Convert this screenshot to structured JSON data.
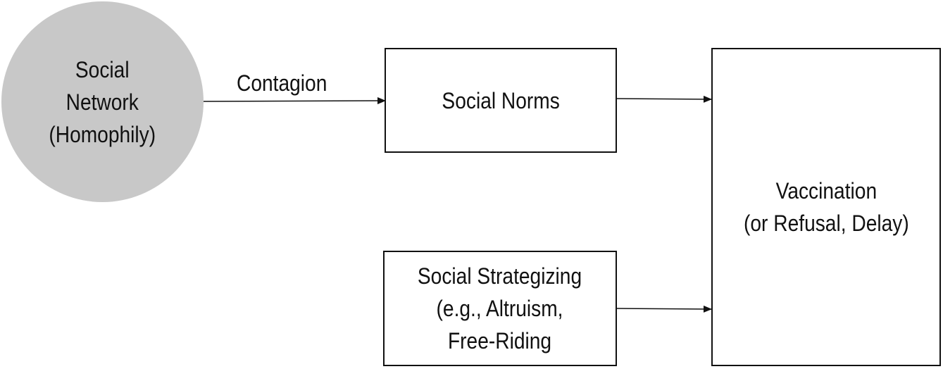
{
  "nodes": {
    "social_network": [
      "Social",
      "Network",
      "(Homophily)"
    ],
    "social_norms": [
      "Social Norms"
    ],
    "social_strategizing": [
      "Social Strategizing",
      "(e.g., Altruism,",
      "Free-Riding"
    ],
    "vaccination": [
      "Vaccination",
      "(or Refusal, Delay)"
    ]
  },
  "edges": {
    "contagion_label": "Contagion"
  },
  "colors": {
    "circle_fill": "#c8c8c8",
    "stroke": "#111111"
  }
}
